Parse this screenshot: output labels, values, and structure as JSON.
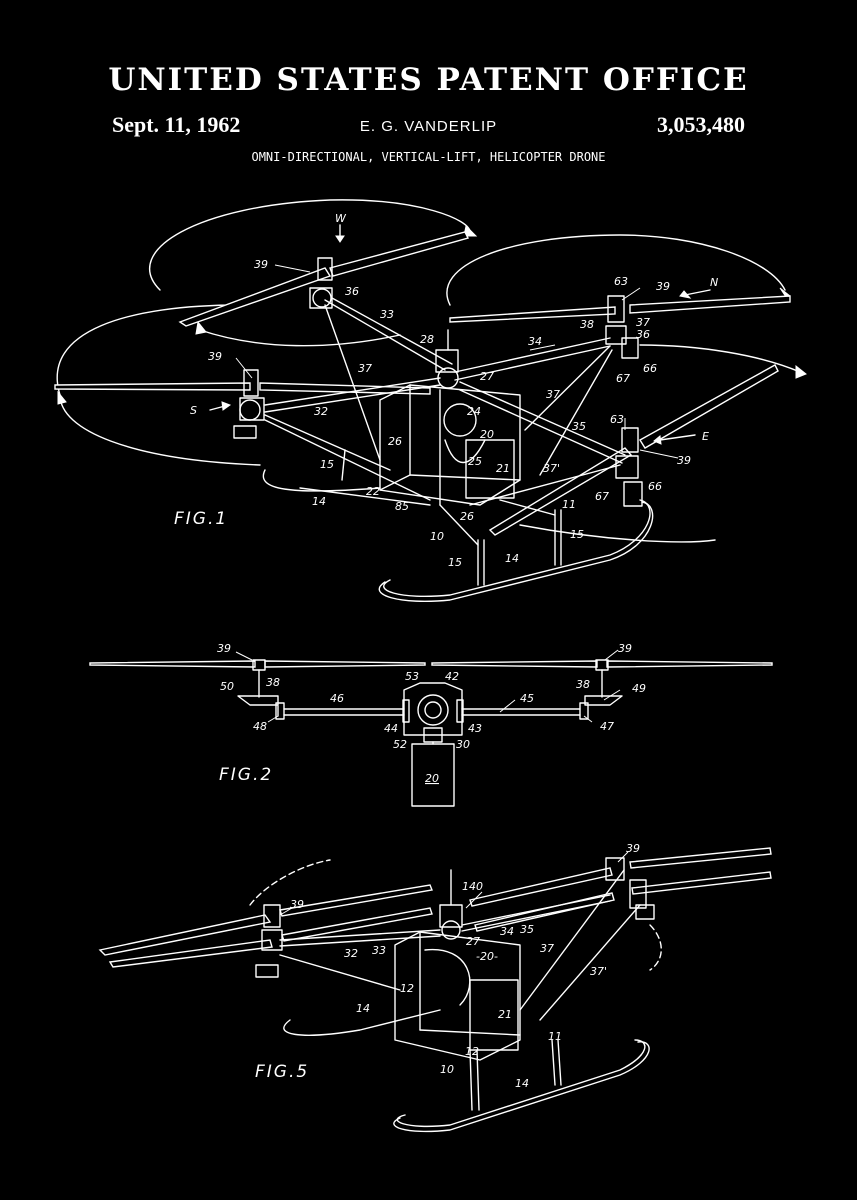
{
  "header": {
    "office": "UNITED STATES PATENT OFFICE",
    "date": "Sept. 11, 1962",
    "inventor": "E. G. VANDERLIP",
    "patent_number": "3,053,480",
    "subtitle": "OMNI-DIRECTIONAL, VERTICAL-LIFT, HELICOPTER DRONE"
  },
  "figures": {
    "fig1": "FIG.1",
    "fig2": "FIG.2",
    "fig5": "FIG.5"
  },
  "fig1_labels": {
    "w": "W",
    "n": "N",
    "s": "S",
    "e": "E",
    "l39a": "39",
    "l36a": "36",
    "l33": "33",
    "l63a": "63",
    "l39b": "39",
    "l38a": "38",
    "l37a": "37",
    "l36b": "36",
    "l28": "28",
    "l34": "34",
    "l39c": "39",
    "l37b": "37",
    "l27": "27",
    "l67a": "67",
    "l66a": "66",
    "l32": "32",
    "l24": "24",
    "l37c": "37",
    "l35": "35",
    "l63b": "63",
    "l20": "20",
    "l26a": "26",
    "l25": "25",
    "l21": "21",
    "l37d": "37'",
    "l39d": "39",
    "l15a": "15",
    "l22": "22",
    "l85": "85",
    "l14a": "14",
    "l67b": "67",
    "l66b": "66",
    "l11": "11",
    "l26b": "26",
    "l10": "10",
    "l15b": "15",
    "l15c": "15",
    "l14b": "14"
  },
  "fig2_labels": {
    "l39a": "39",
    "l39b": "39",
    "l50": "50",
    "l38a": "38",
    "l53": "53",
    "l42": "42",
    "l38b": "38",
    "l49": "49",
    "l46": "46",
    "l45": "45",
    "l48": "48",
    "l44": "44",
    "l43": "43",
    "l47": "47",
    "l52": "52",
    "l30": "30",
    "l20": "20"
  },
  "fig5_labels": {
    "l39a": "39",
    "l140": "140",
    "l39b": "39",
    "l34": "34",
    "l27": "27",
    "l35": "35",
    "l37a": "37",
    "l20": "-20-",
    "l32": "32",
    "l33": "33",
    "l37b": "37'",
    "l12a": "12",
    "l14a": "14",
    "l21": "21",
    "l11": "11",
    "l12b": "12",
    "l10": "10",
    "l14b": "14"
  }
}
